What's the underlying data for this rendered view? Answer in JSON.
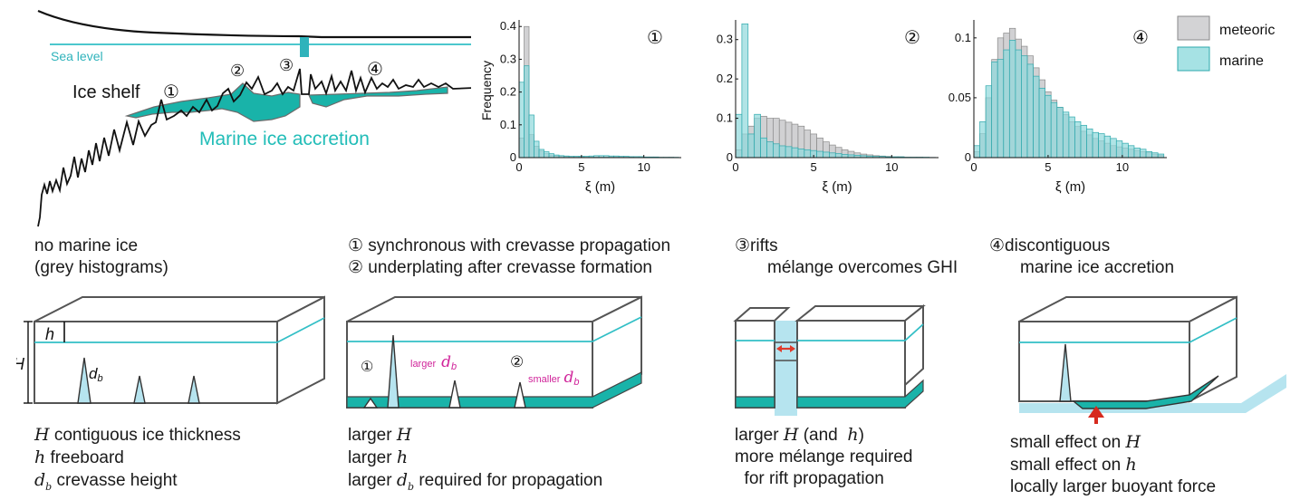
{
  "overview": {
    "sea_level_label": "Sea level",
    "ice_shelf_label": "Ice shelf",
    "marine_label": "Marine ice accretion",
    "markers": [
      "①",
      "②",
      "③",
      "④"
    ]
  },
  "histograms": {
    "legend": {
      "meteoric": "meteoric",
      "marine": "marine"
    },
    "colors": {
      "meteoric": "#c9c9cb",
      "marine": "#8fd9dc",
      "marine_edge": "#2fa9ad",
      "meteoric_edge": "#8a8a8a"
    },
    "ylabel": "Frequency",
    "xlabel": "ξ (m)"
  },
  "chart_data": [
    {
      "type": "bar",
      "marker": "①",
      "xlabel": "ξ (m)",
      "ylabel": "Frequency",
      "xlim": [
        0,
        13
      ],
      "ylim": [
        0,
        0.42
      ],
      "xticks": [
        "0",
        "5",
        "10"
      ],
      "yticks": [
        "0",
        "0.1",
        "0.2",
        "0.3",
        "0.4"
      ],
      "bin_width": 0.4,
      "series": [
        {
          "name": "meteoric",
          "values": [
            0.06,
            0.4,
            0.07,
            0.035,
            0.02,
            0.012,
            0.008,
            0.005,
            0.004,
            0.003,
            0.002,
            0.002,
            0.002,
            0.002,
            0.002,
            0.002,
            0.002,
            0.002,
            0.002,
            0.002,
            0.002,
            0.002,
            0.002,
            0.001,
            0.001,
            0.001,
            0.001,
            0.001,
            0.001,
            0.001,
            0.001,
            0.0005
          ]
        },
        {
          "name": "marine",
          "values": [
            0.23,
            0.28,
            0.13,
            0.05,
            0.025,
            0.018,
            0.012,
            0.008,
            0.006,
            0.005,
            0.004,
            0.004,
            0.004,
            0.004,
            0.005,
            0.006,
            0.006,
            0.006,
            0.005,
            0.005,
            0.004,
            0.004,
            0.003,
            0.003,
            0.003,
            0.002,
            0.002,
            0.002,
            0.001,
            0.001,
            0.001,
            0.001
          ]
        }
      ]
    },
    {
      "type": "bar",
      "marker": "②",
      "xlabel": "ξ (m)",
      "xlim": [
        0,
        13
      ],
      "ylim": [
        0,
        0.35
      ],
      "xticks": [
        "0",
        "5",
        "10"
      ],
      "yticks": [
        "0",
        "0.1",
        "0.2",
        "0.3"
      ],
      "bin_width": 0.4,
      "series": [
        {
          "name": "meteoric",
          "values": [
            0.02,
            0.06,
            0.08,
            0.1,
            0.105,
            0.1,
            0.1,
            0.095,
            0.09,
            0.085,
            0.08,
            0.07,
            0.06,
            0.05,
            0.04,
            0.032,
            0.026,
            0.02,
            0.016,
            0.012,
            0.009,
            0.007,
            0.005,
            0.004,
            0.003,
            0.002,
            0.002,
            0.001,
            0.001,
            0.001,
            0.0005,
            0.0005
          ]
        },
        {
          "name": "marine",
          "values": [
            0.11,
            0.34,
            0.06,
            0.11,
            0.05,
            0.04,
            0.035,
            0.03,
            0.028,
            0.025,
            0.022,
            0.02,
            0.018,
            0.016,
            0.014,
            0.012,
            0.01,
            0.008,
            0.007,
            0.006,
            0.005,
            0.004,
            0.003,
            0.003,
            0.002,
            0.002,
            0.002,
            0.001,
            0.001,
            0.001,
            0.001,
            0.0005
          ]
        }
      ]
    },
    {
      "type": "bar",
      "marker": "④",
      "xlabel": "ξ (m)",
      "xlim": [
        0,
        13
      ],
      "ylim": [
        0,
        0.115
      ],
      "xticks": [
        "0",
        "5",
        "10"
      ],
      "yticks": [
        "0",
        "0.05",
        "0.1"
      ],
      "bin_width": 0.4,
      "series": [
        {
          "name": "meteoric",
          "values": [
            0.005,
            0.02,
            0.05,
            0.082,
            0.1,
            0.104,
            0.108,
            0.099,
            0.093,
            0.085,
            0.075,
            0.065,
            0.055,
            0.048,
            0.042,
            0.036,
            0.03,
            0.026,
            0.022,
            0.019,
            0.016,
            0.014,
            0.012,
            0.01,
            0.009,
            0.008,
            0.007,
            0.006,
            0.005,
            0.004,
            0.003,
            0.002
          ]
        },
        {
          "name": "marine",
          "values": [
            0.01,
            0.03,
            0.06,
            0.08,
            0.082,
            0.09,
            0.098,
            0.09,
            0.085,
            0.078,
            0.068,
            0.058,
            0.052,
            0.046,
            0.042,
            0.038,
            0.034,
            0.03,
            0.027,
            0.024,
            0.021,
            0.02,
            0.018,
            0.016,
            0.014,
            0.012,
            0.01,
            0.008,
            0.007,
            0.005,
            0.004,
            0.003
          ]
        }
      ]
    }
  ],
  "panels": {
    "p1": {
      "title": [
        "no marine ice",
        "(grey histograms)"
      ],
      "H": "H",
      "h": "h",
      "db": "d",
      "db_sub": "b",
      "desc": [
        {
          "v": "H",
          "t": " contiguous ice thickness"
        },
        {
          "v": "h",
          "t": " freeboard"
        },
        {
          "v": "d",
          "s": "b",
          "t": " crevasse height"
        }
      ]
    },
    "p2": {
      "title": [
        "① synchronous with crevasse propagation",
        "② underplating after crevasse formation"
      ],
      "m1": "①",
      "m2": "②",
      "larger": "larger",
      "smaller": "smaller",
      "db": "d",
      "db_sub": "b",
      "desc": [
        {
          "p": "larger ",
          "v": "H"
        },
        {
          "p": "larger ",
          "v": "h"
        },
        {
          "p": "larger ",
          "v": "d",
          "s": "b",
          "t": " required for propagation"
        }
      ]
    },
    "p3": {
      "title": [
        "③rifts",
        "mélange overcomes GHI"
      ],
      "desc": [
        {
          "p": "larger ",
          "v": "H",
          "t": " (and  ",
          "v2": "h",
          "t2": ")"
        },
        {
          "p": "more mélange required"
        },
        {
          "p": "  for rift propagation"
        }
      ]
    },
    "p4": {
      "title": [
        "④discontiguous",
        "marine ice accretion"
      ],
      "desc": [
        {
          "p": "small effect on ",
          "v": "H"
        },
        {
          "p": "small effect on ",
          "v": "h"
        },
        {
          "p": "locally larger buoyant force"
        }
      ]
    }
  }
}
